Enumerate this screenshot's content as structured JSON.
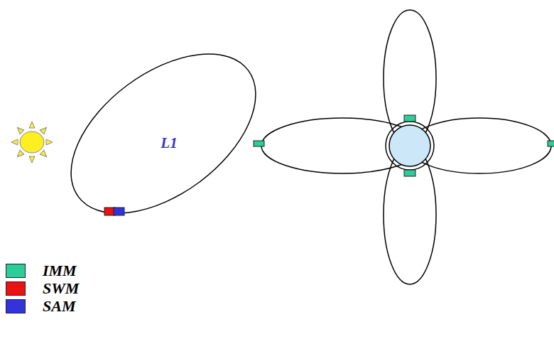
{
  "diagram": {
    "nodes": [
      {
        "text": [
          "L1"
        ]
      }
    ],
    "legend": [
      {
        "text": "IMM",
        "color": "#2ecc99"
      },
      {
        "text": "SWM",
        "color": "#ee1111"
      },
      {
        "text": "SAM",
        "color": "#3333dd"
      }
    ]
  }
}
